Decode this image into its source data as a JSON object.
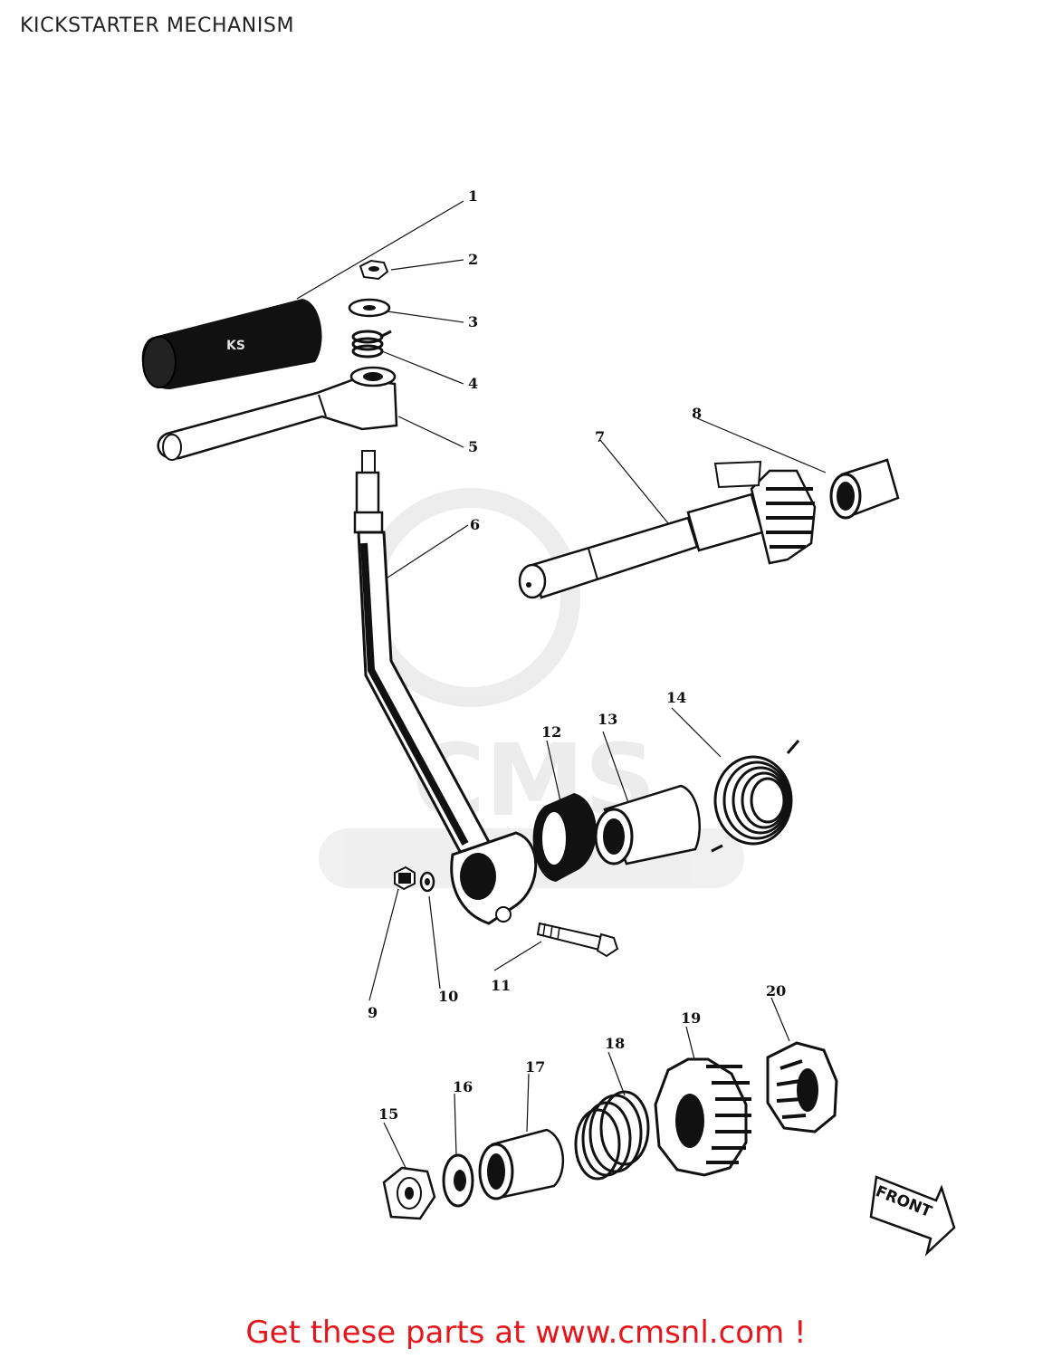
{
  "page": {
    "title": "KICKSTARTER MECHANISM",
    "footer": "Get these parts at www.cmsnl.com !"
  },
  "diagram": {
    "front_label": "FRONT",
    "callouts": [
      "1",
      "2",
      "3",
      "4",
      "5",
      "6",
      "7",
      "8",
      "9",
      "10",
      "11",
      "12",
      "13",
      "14",
      "15",
      "16",
      "17",
      "18",
      "19",
      "20"
    ]
  }
}
